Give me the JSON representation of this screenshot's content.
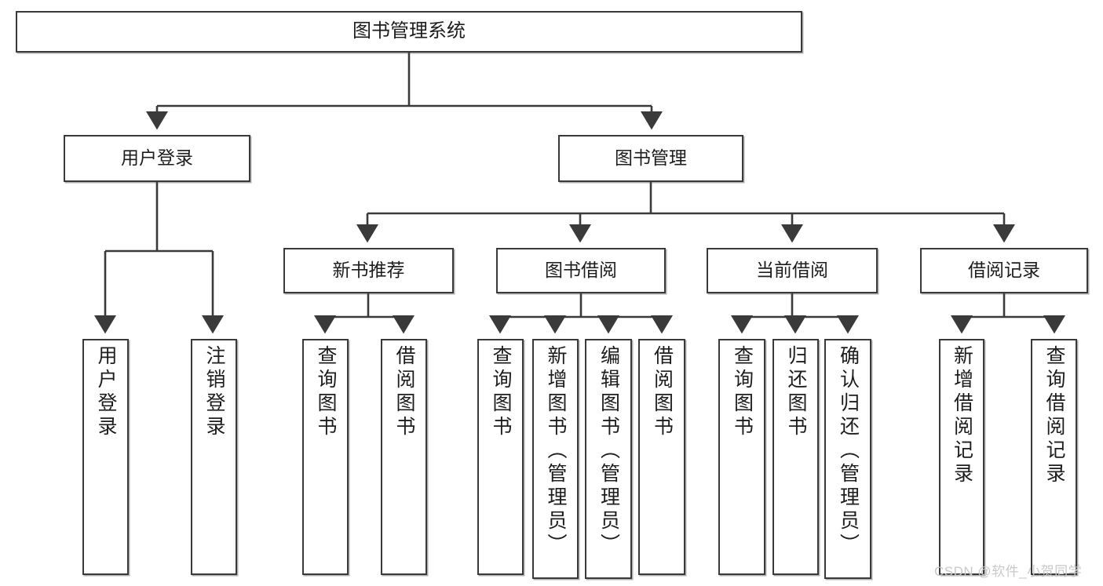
{
  "diagram": {
    "type": "tree-hierarchy",
    "title": "图书管理系统",
    "root": {
      "label": "图书管理系统"
    },
    "level2": [
      {
        "label": "用户登录"
      },
      {
        "label": "图书管理"
      }
    ],
    "level3": [
      {
        "label": "新书推荐"
      },
      {
        "label": "图书借阅"
      },
      {
        "label": "当前借阅"
      },
      {
        "label": "借阅记录"
      }
    ],
    "leaves": {
      "user_login": [
        {
          "label": "用户登录"
        },
        {
          "label": "注销登录"
        }
      ],
      "new_book_recommend": [
        {
          "label": "查询图书"
        },
        {
          "label": "借阅图书"
        }
      ],
      "book_borrow": [
        {
          "label": "查询图书"
        },
        {
          "label": "新增图书（管理员）"
        },
        {
          "label": "编辑图书（管理员）"
        },
        {
          "label": "借阅图书"
        }
      ],
      "current_borrow": [
        {
          "label": "查询图书"
        },
        {
          "label": "归还图书"
        },
        {
          "label": "确认归还（管理员）"
        }
      ],
      "borrow_record": [
        {
          "label": "新增借阅记录"
        },
        {
          "label": "查询借阅记录"
        }
      ]
    }
  },
  "watermark": {
    "text": "CSDN @软件_小贺同学"
  },
  "colors": {
    "box_border": "#3a3a3a",
    "line": "#3a3a3a",
    "text": "#1d1d1d",
    "background": "#ffffff",
    "watermark": "#c9c9c9"
  }
}
